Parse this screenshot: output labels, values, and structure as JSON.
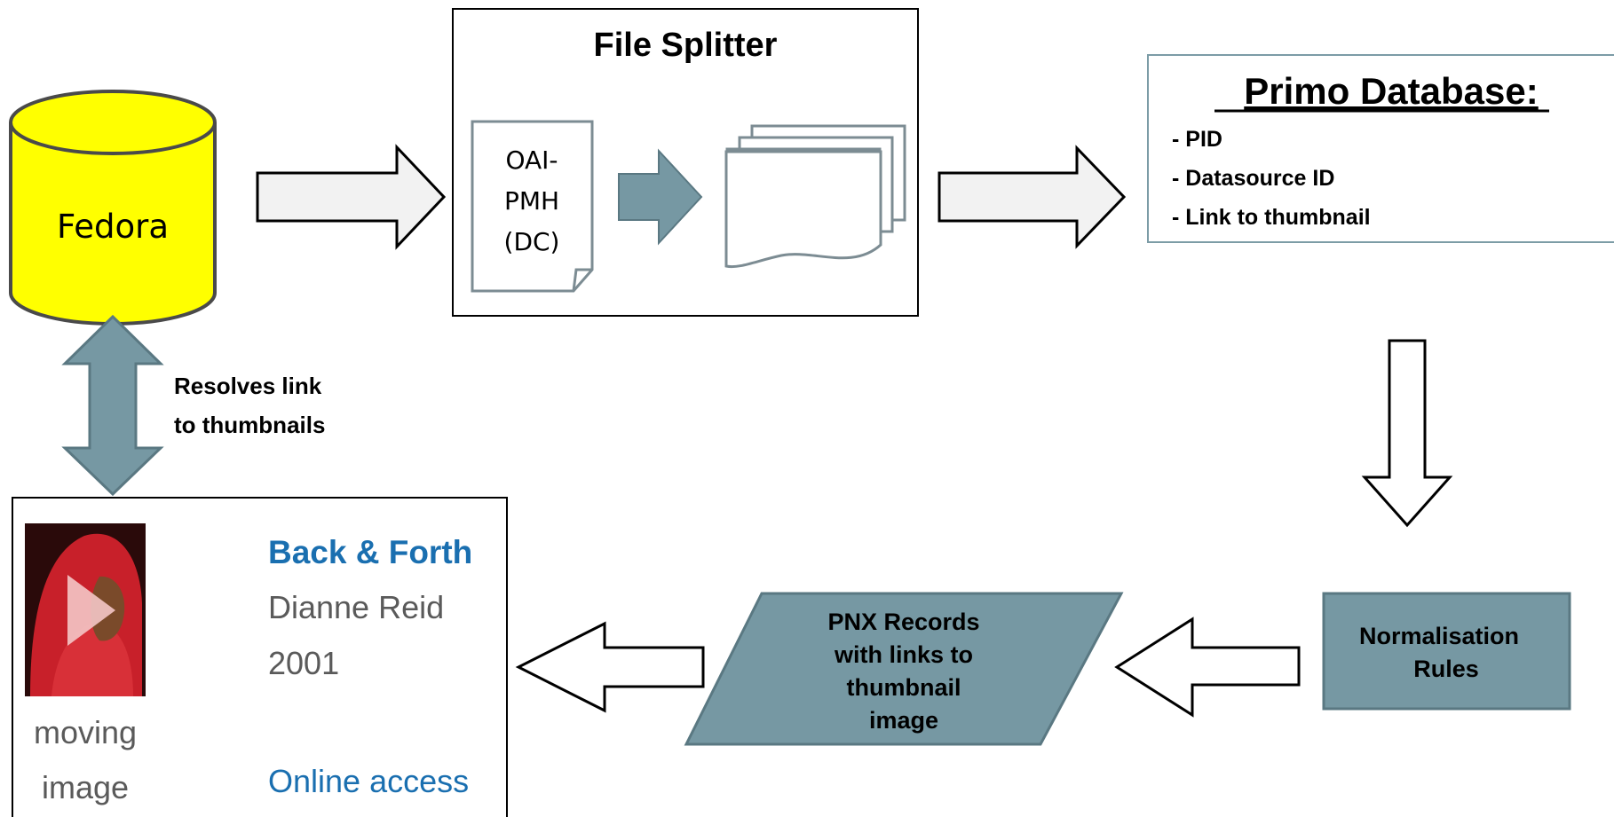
{
  "fedora": {
    "label": "Fedora",
    "fill": "#ffff00"
  },
  "file_splitter": {
    "title": "File Splitter",
    "doc_lines": [
      "OAI-",
      "PMH",
      "(DC)"
    ]
  },
  "primo": {
    "title": "Primo Database:",
    "items": [
      "- PID",
      "- Datasource ID",
      "- Link to thumbnail"
    ]
  },
  "resolves_label": [
    "Resolves link",
    "to thumbnails"
  ],
  "normalisation": {
    "lines": [
      "Normalisation",
      "Rules"
    ],
    "fill": "#7698a3"
  },
  "pnx": {
    "lines": [
      "PNX Records",
      "with links to",
      "thumbnail",
      "image"
    ],
    "fill": "#7698a3"
  },
  "record": {
    "title": "Back & Forth",
    "author": "Dianne Reid",
    "year": "2001",
    "type_lines": [
      "moving",
      "image"
    ],
    "access": "Online access"
  },
  "colors": {
    "arrow_white": "#f2f2f2",
    "arrow_teal": "#7698a3",
    "link_blue": "#1a6fb0"
  }
}
